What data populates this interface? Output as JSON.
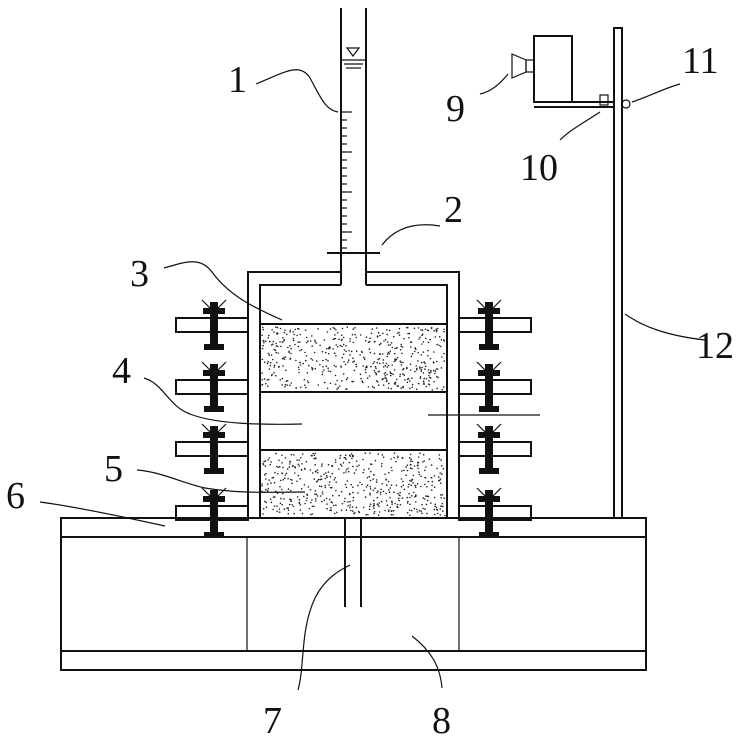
{
  "figure": {
    "labels": [
      {
        "id": "1",
        "text": "1"
      },
      {
        "id": "2",
        "text": "2"
      },
      {
        "id": "3",
        "text": "3"
      },
      {
        "id": "4",
        "text": "4"
      },
      {
        "id": "5",
        "text": "5"
      },
      {
        "id": "6",
        "text": "6"
      },
      {
        "id": "7",
        "text": "7"
      },
      {
        "id": "8",
        "text": "8"
      },
      {
        "id": "9",
        "text": "9"
      },
      {
        "id": "10",
        "text": "10"
      },
      {
        "id": "11",
        "text": "11"
      },
      {
        "id": "12",
        "text": "12"
      }
    ]
  }
}
